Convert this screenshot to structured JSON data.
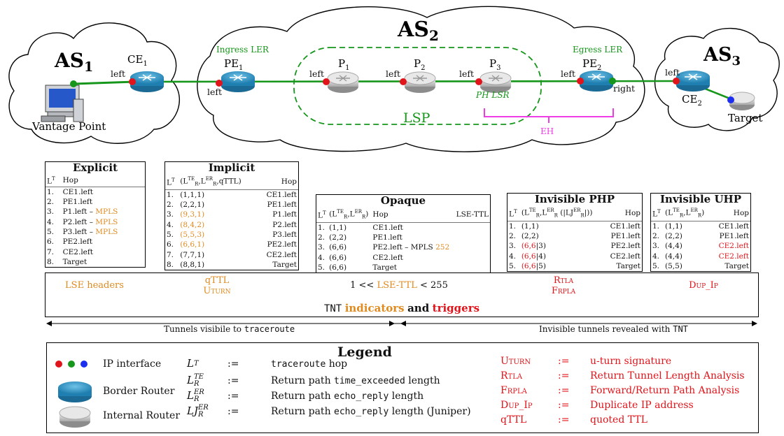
{
  "topology": {
    "as1": "AS1",
    "as2": "AS2",
    "as3": "AS3",
    "ce1": "CE1",
    "pe1": "PE1",
    "p1": "P1",
    "p2": "P2",
    "p3": "P3",
    "pe2": "PE2",
    "ce2": "CE2",
    "ingress_ler": "Ingress LER",
    "egress_ler": "Egress LER",
    "ph_lsr": "PH LSR",
    "lsp": "LSP",
    "eh": "EH",
    "vantage_point": "Vantage Point",
    "target": "Target",
    "left": "left",
    "right": "right"
  },
  "tables": {
    "explicit": {
      "title": "Explicit",
      "headers": [
        "LT",
        "Hop"
      ],
      "rows": [
        [
          "1.",
          "CE1.left",
          ""
        ],
        [
          "2.",
          "PE1.left",
          ""
        ],
        [
          "3.",
          "P1.left – ",
          "MPLS"
        ],
        [
          "4.",
          "P2.left – ",
          "MPLS"
        ],
        [
          "5.",
          "P3.left – ",
          "MPLS"
        ],
        [
          "6.",
          "PE2.left",
          ""
        ],
        [
          "7.",
          "CE2.left",
          ""
        ],
        [
          "8.",
          "Target",
          ""
        ]
      ]
    },
    "implicit": {
      "title": "Implicit",
      "headers": [
        "LT",
        "(LTER,LERR,qTTL)",
        "Hop"
      ],
      "rows": [
        [
          "1.",
          "(1,1,1)",
          "CE1.left",
          false
        ],
        [
          "2.",
          "(2,2,1)",
          "PE1.left",
          false
        ],
        [
          "3.",
          "(9,3,1)",
          "P1.left",
          true
        ],
        [
          "4.",
          "(8,4,2)",
          "P2.left",
          true
        ],
        [
          "5.",
          "(5,5,3)",
          "P3.left",
          true
        ],
        [
          "6.",
          "(6,6,1)",
          "PE2.left",
          true
        ],
        [
          "7.",
          "(7,7,1)",
          "CE2.left",
          false
        ],
        [
          "8.",
          "(8,8,1)",
          "Target",
          false
        ]
      ]
    },
    "opaque": {
      "title": "Opaque",
      "headers": [
        "LT",
        "(LTER,LERR)",
        "Hop",
        "LSE-TTL"
      ],
      "rows": [
        [
          "1.",
          "(1,1)",
          "CE1.left",
          ""
        ],
        [
          "2.",
          "(2,2)",
          "PE1.left",
          ""
        ],
        [
          "3.",
          "(6,6)",
          "PE2.left – MPLS ",
          "252"
        ],
        [
          "4.",
          "(6,6)",
          "CE2.left",
          ""
        ],
        [
          "5.",
          "(6,6)",
          "Target",
          ""
        ]
      ]
    },
    "invisible_php": {
      "title": "Invisible PHP",
      "headers": [
        "LT",
        "(LTER,LERR (|LJERR|))",
        "Hop"
      ],
      "rows": [
        [
          "1.",
          "(1,1)",
          "",
          "CE1.left"
        ],
        [
          "2.",
          "(2,2)",
          "",
          "PE1.left"
        ],
        [
          "3.",
          "(6,6",
          "|3)",
          "PE2.left"
        ],
        [
          "4.",
          "(6,6",
          "|4)",
          "CE2.left"
        ],
        [
          "5.",
          "(6,6",
          "|5)",
          "Target"
        ]
      ]
    },
    "invisible_uhp": {
      "title": "Invisible UHP",
      "headers": [
        "LT",
        "(LTER,LERR)",
        "Hop"
      ],
      "rows": [
        [
          "1.",
          "(1,1)",
          "CE1.left",
          false
        ],
        [
          "2.",
          "(2,2)",
          "PE1.left",
          false
        ],
        [
          "3.",
          "(4,4)",
          "CE2.left",
          true
        ],
        [
          "4.",
          "(4,4)",
          "CE2.left",
          true
        ],
        [
          "5.",
          "(5,5)",
          "Target",
          false
        ]
      ]
    }
  },
  "indicators": {
    "lse_headers": "LSE headers",
    "qttl": "qTTL",
    "uturn": "Uturn",
    "lse_ttl_left": "1 << ",
    "lse_ttl_mid": "LSE-TTL",
    "lse_ttl_right": " < 255",
    "rtla": "Rtla",
    "frpla": "Frpla",
    "dup_ip": "Dup_Ip",
    "title_tnt": "TNT",
    "title_indicators": "indicators",
    "title_and": "and",
    "title_triggers": "triggers"
  },
  "arrows": {
    "visible_left": "Tunnels visibile to ",
    "visible_right": "traceroute",
    "invisible_left": "Invisible tunnels revealed with ",
    "invisible_right": "TNT"
  },
  "legend": {
    "title": "Legend",
    "ip_interface": "IP interface",
    "border_router": "Border Router",
    "internal_router": "Internal Router",
    "assign": ":=",
    "defs": [
      {
        "sym": "L",
        "sup": "T",
        "sub": "",
        "text1": "",
        "mono": "traceroute",
        "text2": " hop"
      },
      {
        "sym": "L",
        "sup": "TE",
        "sub": "R",
        "text1": "Return path ",
        "mono": "time_exceeded",
        "text2": " length"
      },
      {
        "sym": "L",
        "sup": "ER",
        "sub": "R",
        "text1": "Return path ",
        "mono": "echo_reply",
        "text2": " length"
      },
      {
        "sym": "LJ",
        "sup": "ER",
        "sub": "R",
        "text1": "Return path ",
        "mono": "echo_reply",
        "text2": " length (Juniper)"
      }
    ],
    "abbrevs": [
      {
        "abbr": "Uturn",
        "desc": "u-turn signature"
      },
      {
        "abbr": "Rtla",
        "desc": "Return Tunnel Length Analysis"
      },
      {
        "abbr": "Frpla",
        "desc": "Forward/Return Path Analysis"
      },
      {
        "abbr": "Dup_Ip",
        "desc": "Duplicate IP address"
      },
      {
        "abbr": "qTTL",
        "desc": "quoted TTL"
      }
    ]
  },
  "colors": {
    "green": "#16961a",
    "orange": "#e08a1f",
    "red": "#e0141a",
    "magenta": "#ee3ce6",
    "blue": "#1c2ef0",
    "router_blue": "#2a8fc0"
  }
}
